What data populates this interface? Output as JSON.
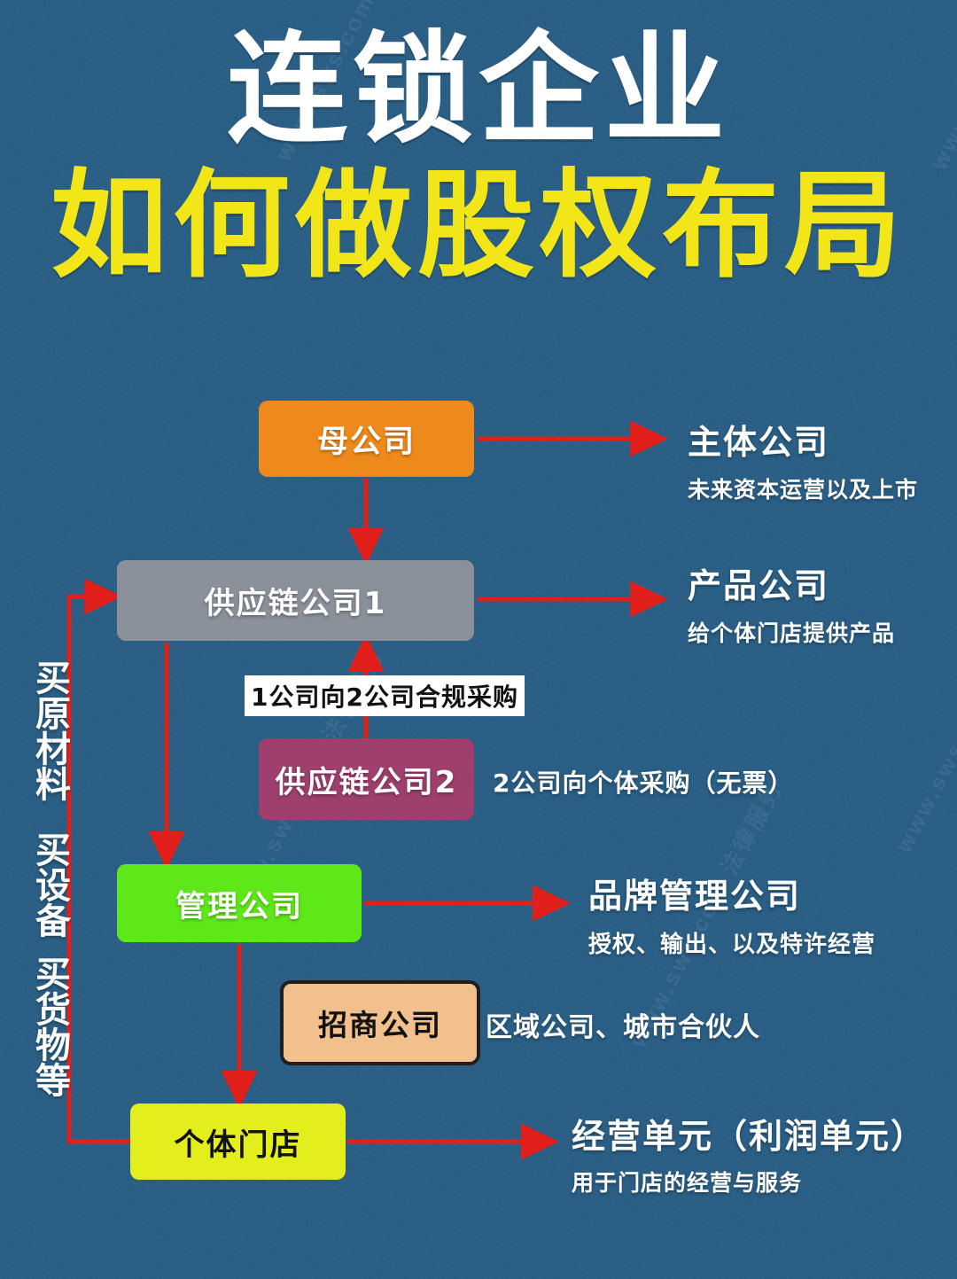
{
  "poster": {
    "background_color": "#2a5f86",
    "accent_arrow_color": "#e1201c",
    "title": {
      "line1": "连锁企业",
      "line1_color": "#ffffff",
      "line2": "如何做股权布局",
      "line2_color": "#f2e619"
    },
    "watermark_text": "www.sws.com 法律服务"
  },
  "nodes": {
    "parent": {
      "label": "母公司",
      "color": "#ee8a1b",
      "text_color": "#ffffff"
    },
    "supply1": {
      "label": "供应链公司1",
      "color": "#8b919b",
      "text_color": "#ffffff"
    },
    "supply2": {
      "label": "供应链公司2",
      "color": "#9e3f6e",
      "text_color": "#ffffff"
    },
    "manage": {
      "label": "管理公司",
      "color": "#5fe819",
      "text_color": "#ffffff"
    },
    "invest": {
      "label": "招商公司",
      "color": "#f2c08d",
      "text_color": "#111111"
    },
    "store": {
      "label": "个体门店",
      "color": "#e4ee1c",
      "text_color": "#111111"
    }
  },
  "annotations": {
    "main_company": {
      "head": "主体公司",
      "sub": "未来资本运营以及上市"
    },
    "product": {
      "head": "产品公司",
      "sub": "给个体门店提供产品"
    },
    "brand": {
      "head": "品牌管理公司",
      "sub": "授权、输出、以及特许经营"
    },
    "unit": {
      "head": "经营单元（利润单元）",
      "sub": "用于门店的经营与服务"
    }
  },
  "edge_labels": {
    "procure_1_to_2": "1公司向2公司合规采购",
    "procure_2_individual": "2公司向个体采购（无票）",
    "region_partner": "区域公司、城市合伙人"
  },
  "left_caption": {
    "part1": "买原材料",
    "part2": "买设备",
    "part3": "买货物等"
  }
}
